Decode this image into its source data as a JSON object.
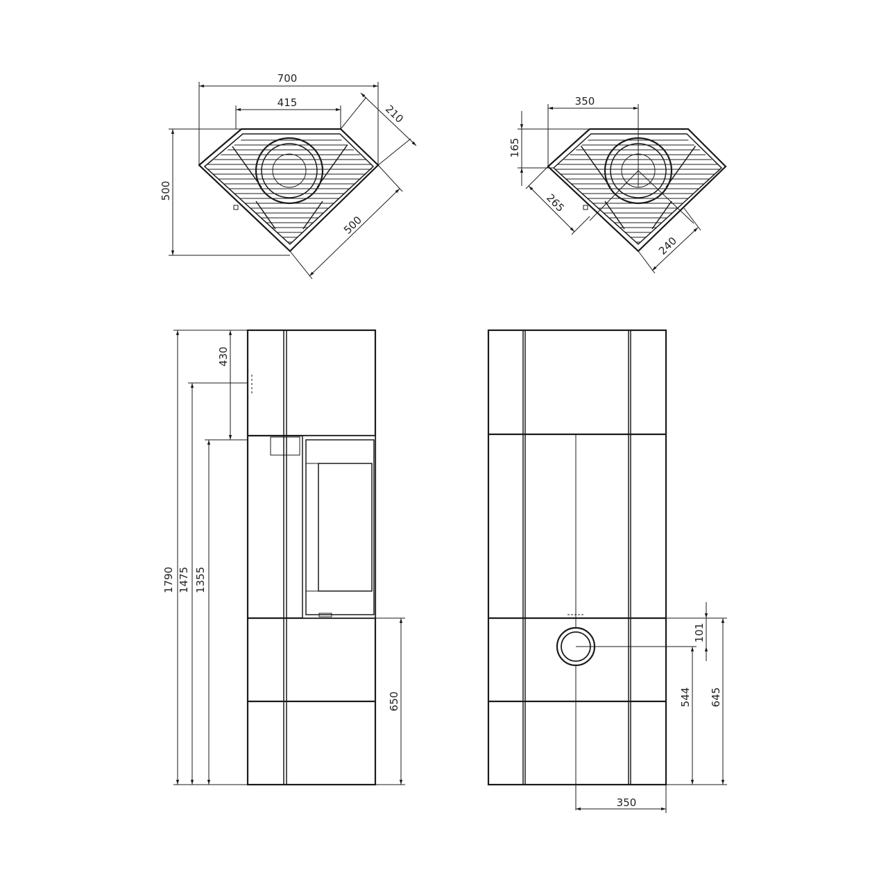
{
  "top_left_view": {
    "width_overall": "700",
    "width_front": "415",
    "side_depth": "210",
    "depth": "500",
    "diagonal": "500"
  },
  "top_right_view": {
    "width": "350",
    "offset": "165",
    "left_diag": "265",
    "right_diag": "240"
  },
  "side_view": {
    "total_height": "1790",
    "height_1475": "1475",
    "height_1355": "1355",
    "top_section": "430",
    "base_height": "650"
  },
  "rear_view": {
    "outlet_diameter": "101",
    "outlet_center_height": "544",
    "outlet_top_height": "645",
    "outlet_offset": "350"
  }
}
